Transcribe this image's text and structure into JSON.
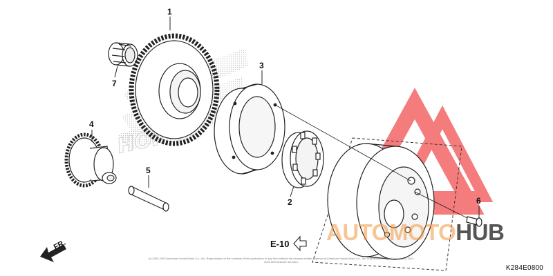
{
  "callouts": {
    "part_1": "1",
    "part_2": "2",
    "part_3": "3",
    "part_4": "4",
    "part_5": "5",
    "part_6": "6",
    "part_7": "7"
  },
  "reference": {
    "label": "E-10"
  },
  "direction": {
    "label": "FR."
  },
  "diagram_code": "K284E0800",
  "fine_print": "(c) 2000-2020 American Honda Motor Co., Inc. Reproduction of the contents of this publication in any form without the express written approval of American Honda Motor Co., Inc. is prohibited. Page Copyright (c) 2011-2020 ARI Network Services.",
  "watermark": {
    "part_a": "AUTO",
    "part_b": "MOTO",
    "part_c": "HUB",
    "accent_color": "#f3963c",
    "logo_color": "#f04a4a"
  },
  "background_stamp": {
    "text": "HONDA"
  }
}
